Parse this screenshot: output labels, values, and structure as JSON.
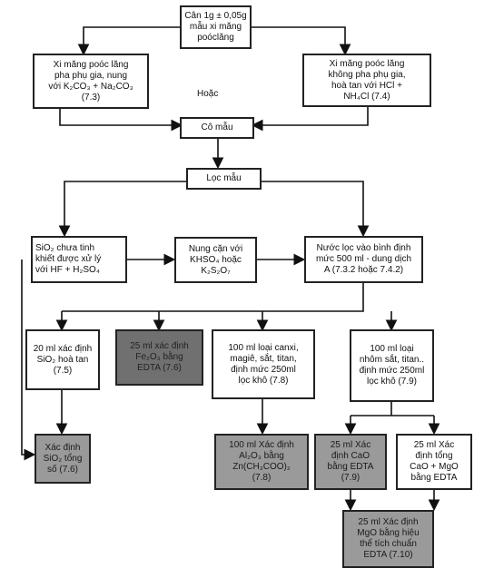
{
  "nodes": {
    "start": "Cân 1g ± 0,05g\nmẫu xi măng\npoóclăng",
    "opt73": "Xi măng poóc lăng\npha phụ gia, nung\nvới K₂CO₃ + Na₂CO₃\n(7.3)",
    "opt74": "Xi măng poóc lăng\nkhông pha phụ gia,\nhoà tan với HCl +\nNH₄Cl (7.4)",
    "or": "Hoặc",
    "concentrate": "Cô mẫu",
    "filter": "Lọc mẫu",
    "sio2_impure": "SiO₂ chưa tinh\nkhiết được xử lý\nvới HF + H₂SO₄",
    "fuse": "Nung cặn với\nKHSO₄ hoặc\nK₂S₂O₇",
    "filtrate": "Nước lọc vào bình định\nmức 500 ml - dung dịch\nA (7.3.2 hoặc 7.4.2)",
    "sio2_dissolved": "20 ml xác định\nSiO₂ hoà tan\n(7.5)",
    "fe2o3": "25 ml xác định\nFe₂O₃ bằng\nEDTA (7.6)",
    "remove_ca": "100 ml loại canxi,\nmagiê, sắt, titan,\nđịnh mức 250ml\nlọc khô (7.8)",
    "remove_al": "100 ml loại\nnhôm sắt, titan..\nđịnh mức 250ml\nlọc khô (7.9)",
    "sio2_total": "Xác định\nSiO₂ tổng\nsố (7.6)",
    "al2o3": "100 ml Xác định\nAl₂O₃ bằng\nZn(CH₃COO)₂\n(7.8)",
    "cao": "25 ml Xác\nđịnh CaO\nbằng EDTA\n(7.9)",
    "cao_mgo": "25 ml Xác\nđịnh tổng\nCaO + MgO\nbằng EDTA",
    "mgo": "25 ml Xác định\nMgO bằng hiệu\nthể tích chuẩn\nEDTA (7.10)"
  }
}
